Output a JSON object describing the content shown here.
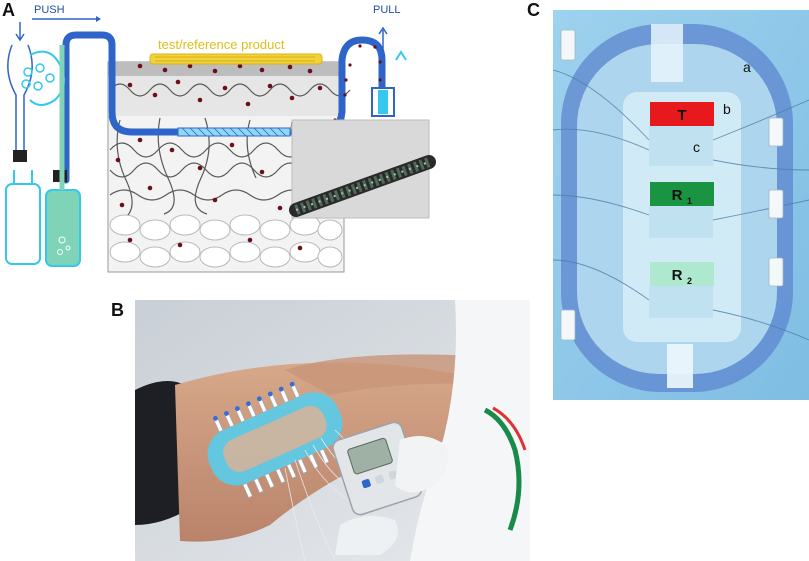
{
  "panels": {
    "a": {
      "letter": "A",
      "push_label": "PUSH",
      "pull_label": "PULL",
      "product_label": "test/reference product"
    },
    "b": {
      "letter": "B"
    },
    "c": {
      "letter": "C",
      "labels": {
        "a": "a",
        "b": "b",
        "c": "c",
        "t": "T",
        "r1": "R",
        "r1_sub": "1",
        "r2": "R",
        "r2_sub": "2"
      }
    }
  },
  "colors": {
    "tube_blue": "#2f64c9",
    "product_yellow": "#f2d23c",
    "pump_cyan": "#35c8ee",
    "pump_green": "#7fd3b6",
    "t_red": "#e8191c",
    "r1_green": "#1a9442",
    "r2_mint": "#aee8cf"
  }
}
